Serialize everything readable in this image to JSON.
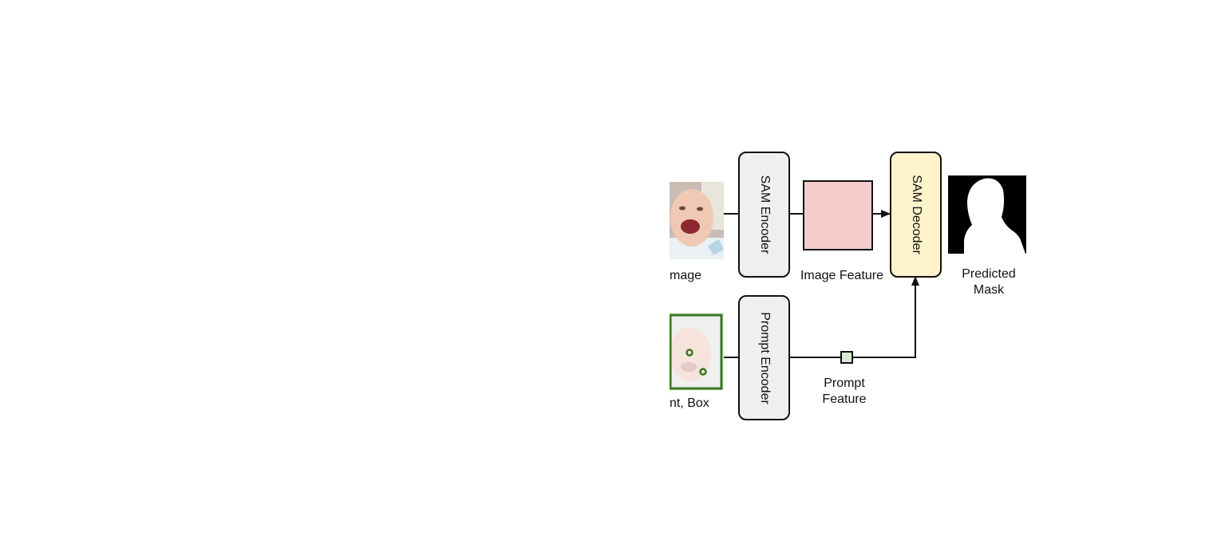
{
  "labels": {
    "image": "mage",
    "prompt_input": "nt, Box",
    "sam_encoder": "SAM Encoder",
    "prompt_encoder": "Prompt Encoder",
    "image_feature": "Image Feature",
    "prompt_feature_line1": "Prompt",
    "prompt_feature_line2": "Feature",
    "sam_decoder": "SAM Decoder",
    "predicted_mask_line1": "Predicted",
    "predicted_mask_line2": "Mask"
  },
  "colors": {
    "encoder_fill": "#efefef",
    "decoder_fill": "#fff3cc",
    "image_feature_fill": "#f4cccc",
    "prompt_feature_fill": "#d9ead3",
    "prompt_box_stroke": "#38761d",
    "line": "#111111"
  },
  "icons": {
    "input_image": "baby-face-photo",
    "prompt_image": "baby-face-photo-with-box-and-points",
    "mask": "silhouette-mask"
  }
}
